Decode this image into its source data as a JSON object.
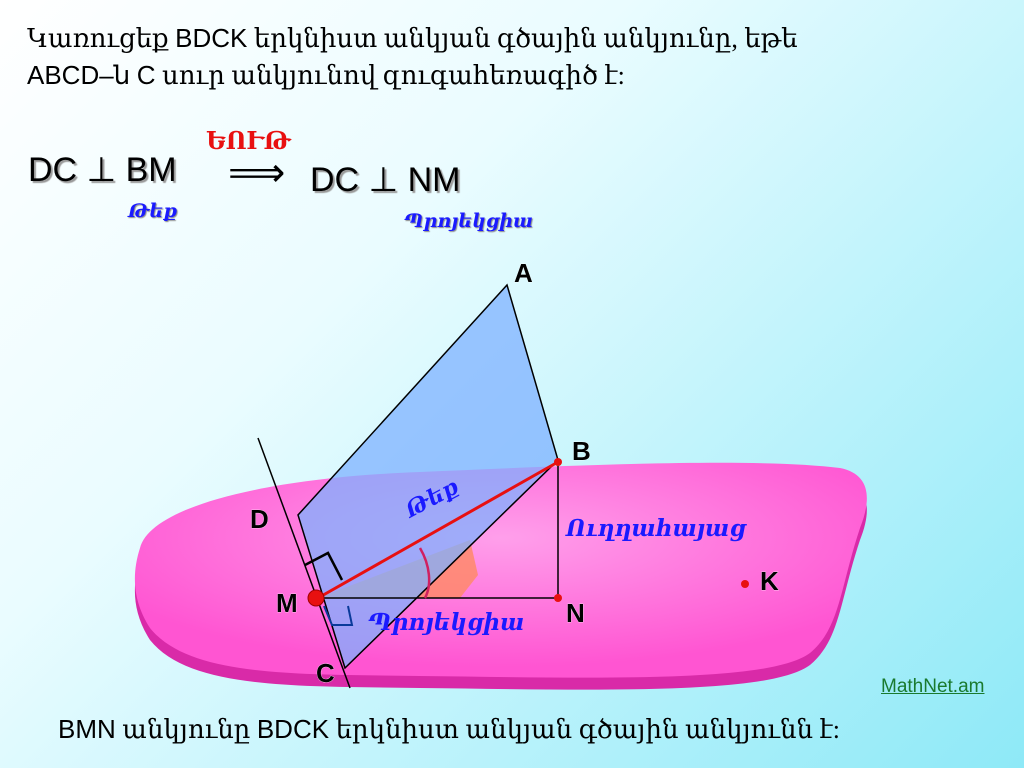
{
  "problem": {
    "line1_word1": "Կառուցեք",
    "line1_code": "BDCK",
    "line1_rest": "երկնիստ անկյան գծային անկյունը, եթե",
    "line2_code": "ABCD",
    "line2_dash": "–ն",
    "line2_c": "C",
    "line2_rest": "սուր անկյունով զուգահեռագիծ է:"
  },
  "formula": {
    "left": "DC ⊥ BM",
    "left_tag": "Թեք",
    "theorem_tag": "ԵՈՒԹ",
    "arrow": "⟹",
    "right": "DC ⊥ NM",
    "right_tag": "Պրոյեկցիա"
  },
  "diagram": {
    "point_a": "A",
    "point_b": "B",
    "point_d": "D",
    "point_m": "M",
    "point_n": "N",
    "point_c": "C",
    "point_k": "K",
    "label_slant": "Թեք",
    "label_perpendicular": "Ուղղահայաց",
    "label_projection": "Պրոյեկցիա",
    "colors": {
      "plane": "#ff5fd0",
      "parallelogram": "#7fb2ff",
      "segment_bm": "#e81010",
      "points": "#e81010"
    }
  },
  "footer": {
    "code": "BMN",
    "text1": "անկյունը",
    "code2": "BDCK",
    "text2": "երկնիստ անկյան գծային անկյունն է:"
  },
  "source": "MathNet.am"
}
